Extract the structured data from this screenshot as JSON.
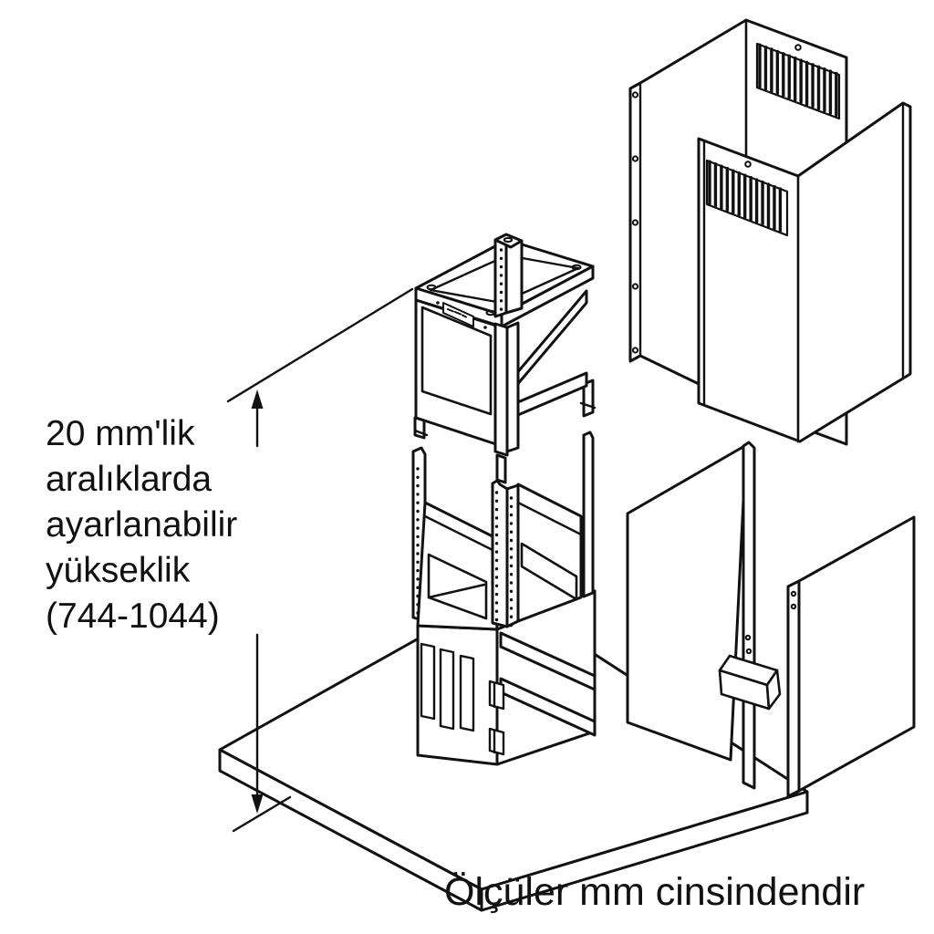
{
  "annotation": {
    "lines": [
      "20 mm'lik",
      "aralıklarda",
      "ayarlanabilir",
      "yükseklik",
      "(744-1044)"
    ]
  },
  "footer": {
    "text": "Ölçüler mm cinsindendir"
  },
  "style": {
    "line_color": "#111111",
    "background": "#ffffff"
  }
}
